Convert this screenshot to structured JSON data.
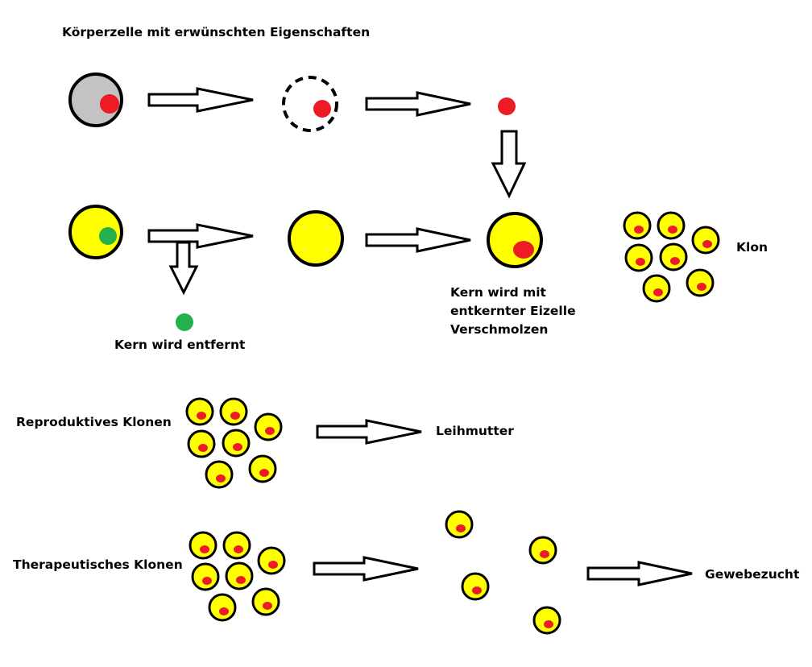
{
  "labels": {
    "somatic_cell": "Körperzelle mit erwünschten Eigenschaften",
    "nucleus_removed": "Kern wird entfernt",
    "fusion_line1": "Kern wird mit",
    "fusion_line2": "entkernter Eizelle",
    "fusion_line3": "Verschmolzen",
    "clone": "Klon",
    "reproductive": "Reproduktives Klonen",
    "surrogate": "Leihmutter",
    "therapeutic": "Therapeutisches Klonen",
    "tissue": "Gewebezucht"
  },
  "colors": {
    "cytoplasm_somatic": "#c3c3c3",
    "egg_cytoplasm": "#ffff00",
    "nucleus_red": "#ed1c24",
    "nucleus_green": "#22b14c",
    "outline": "#000000",
    "arrow_fill": "#ffffff"
  }
}
